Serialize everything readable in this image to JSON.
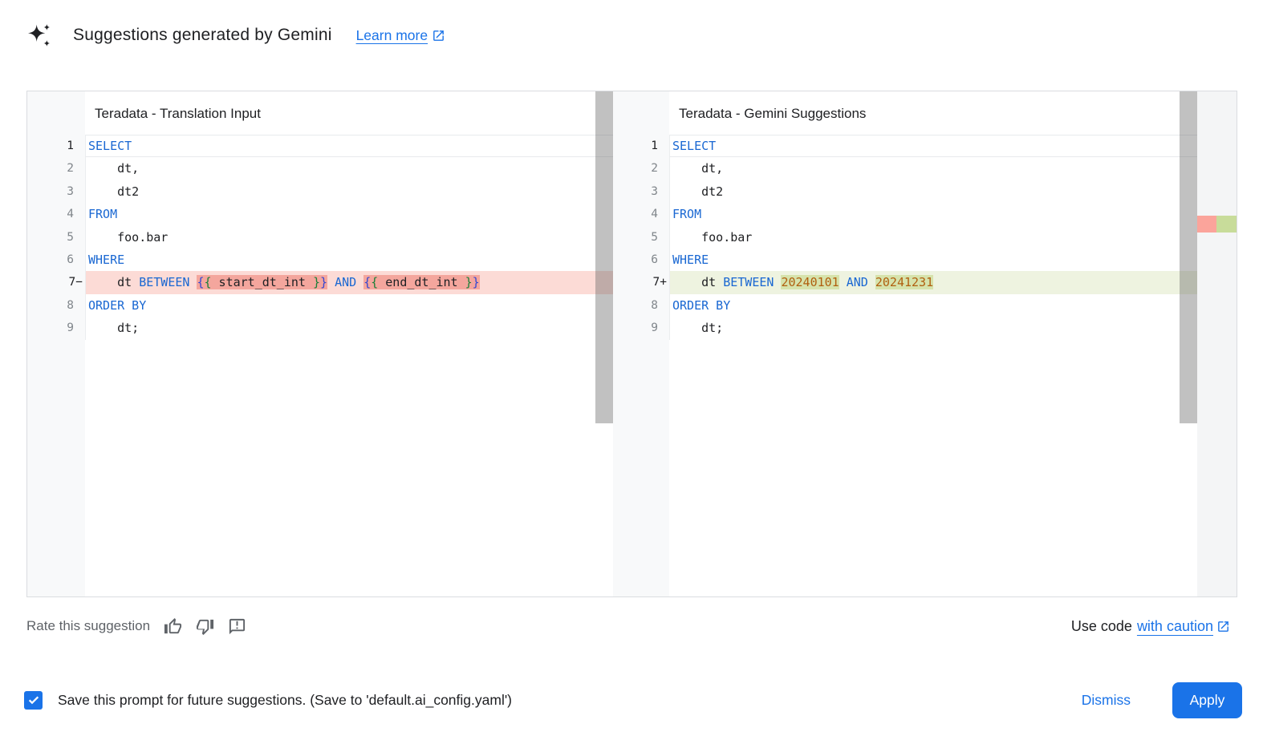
{
  "header": {
    "title": "Suggestions generated by Gemini",
    "learn_more": "Learn more"
  },
  "left_editor": {
    "title": "Teradata - Translation Input",
    "lines": [
      {
        "num": "1",
        "suffix": "",
        "state": "current",
        "tokens": [
          {
            "t": "SELECT",
            "c": "kw"
          }
        ]
      },
      {
        "num": "2",
        "suffix": "",
        "state": "",
        "tokens": [
          {
            "t": "    dt,",
            "c": "pl"
          }
        ]
      },
      {
        "num": "3",
        "suffix": "",
        "state": "",
        "tokens": [
          {
            "t": "    dt2",
            "c": "pl"
          }
        ]
      },
      {
        "num": "4",
        "suffix": "",
        "state": "",
        "tokens": [
          {
            "t": "FROM",
            "c": "kw"
          }
        ]
      },
      {
        "num": "5",
        "suffix": "",
        "state": "",
        "tokens": [
          {
            "t": "    foo.bar",
            "c": "pl"
          }
        ]
      },
      {
        "num": "6",
        "suffix": "",
        "state": "",
        "tokens": [
          {
            "t": "WHERE",
            "c": "kw"
          }
        ]
      },
      {
        "num": "7",
        "suffix": "−",
        "state": "removed",
        "tokens": [
          {
            "t": "    dt ",
            "c": "pl"
          },
          {
            "t": "BETWEEN",
            "c": "kw"
          },
          {
            "t": " ",
            "c": "pl"
          },
          {
            "t": "{",
            "c": "brb",
            "hl": "rem"
          },
          {
            "t": "{",
            "c": "brg",
            "hl": "rem"
          },
          {
            "t": " start_dt_int ",
            "c": "pl",
            "hl": "rem"
          },
          {
            "t": "}",
            "c": "brg",
            "hl": "rem"
          },
          {
            "t": "}",
            "c": "brb",
            "hl": "rem"
          },
          {
            "t": " ",
            "c": "pl"
          },
          {
            "t": "AND",
            "c": "kw"
          },
          {
            "t": " ",
            "c": "pl"
          },
          {
            "t": "{",
            "c": "brb",
            "hl": "rem"
          },
          {
            "t": "{",
            "c": "brg",
            "hl": "rem"
          },
          {
            "t": " end_dt_int ",
            "c": "pl",
            "hl": "rem"
          },
          {
            "t": "}",
            "c": "brg",
            "hl": "rem"
          },
          {
            "t": "}",
            "c": "brb",
            "hl": "rem"
          }
        ]
      },
      {
        "num": "8",
        "suffix": "",
        "state": "",
        "tokens": [
          {
            "t": "ORDER BY",
            "c": "kw"
          }
        ]
      },
      {
        "num": "9",
        "suffix": "",
        "state": "",
        "tokens": [
          {
            "t": "    dt;",
            "c": "pl"
          }
        ]
      }
    ]
  },
  "right_editor": {
    "title": "Teradata - Gemini Suggestions",
    "lines": [
      {
        "num": "1",
        "suffix": "",
        "state": "current",
        "tokens": [
          {
            "t": "SELECT",
            "c": "kw"
          }
        ]
      },
      {
        "num": "2",
        "suffix": "",
        "state": "",
        "tokens": [
          {
            "t": "    dt,",
            "c": "pl"
          }
        ]
      },
      {
        "num": "3",
        "suffix": "",
        "state": "",
        "tokens": [
          {
            "t": "    dt2",
            "c": "pl"
          }
        ]
      },
      {
        "num": "4",
        "suffix": "",
        "state": "",
        "tokens": [
          {
            "t": "FROM",
            "c": "kw"
          }
        ]
      },
      {
        "num": "5",
        "suffix": "",
        "state": "",
        "tokens": [
          {
            "t": "    foo.bar",
            "c": "pl"
          }
        ]
      },
      {
        "num": "6",
        "suffix": "",
        "state": "",
        "tokens": [
          {
            "t": "WHERE",
            "c": "kw"
          }
        ]
      },
      {
        "num": "7",
        "suffix": "+",
        "state": "added",
        "tokens": [
          {
            "t": "    dt ",
            "c": "pl"
          },
          {
            "t": "BETWEEN",
            "c": "kw"
          },
          {
            "t": " ",
            "c": "pl"
          },
          {
            "t": "20240101",
            "c": "num",
            "hl": "add"
          },
          {
            "t": " ",
            "c": "pl"
          },
          {
            "t": "AND",
            "c": "kw"
          },
          {
            "t": " ",
            "c": "pl"
          },
          {
            "t": "20241231",
            "c": "num",
            "hl": "add"
          }
        ]
      },
      {
        "num": "8",
        "suffix": "",
        "state": "",
        "tokens": [
          {
            "t": "ORDER BY",
            "c": "kw"
          }
        ]
      },
      {
        "num": "9",
        "suffix": "",
        "state": "",
        "tokens": [
          {
            "t": "    dt;",
            "c": "pl"
          }
        ]
      }
    ]
  },
  "footer": {
    "rate_label": "Rate this suggestion",
    "use_code_prefix": "Use code",
    "use_code_link": "with caution"
  },
  "bottom": {
    "save_label": "Save this prompt for future suggestions. (Save to 'default.ai_config.yaml')",
    "dismiss_label": "Dismiss",
    "apply_label": "Apply",
    "checkbox_checked": true
  },
  "colors": {
    "accent_blue": "#1a73e8",
    "keyword_blue": "#1967d2",
    "number_orange": "#b05f0e",
    "removed_line_bg": "#fcdbd6",
    "removed_token_bg": "#f4a69d",
    "added_line_bg": "#eef3e0",
    "added_token_bg": "#d6e3ac",
    "ruler_removed_marker": "#fba49b",
    "ruler_added_marker": "#c8dc9a"
  }
}
